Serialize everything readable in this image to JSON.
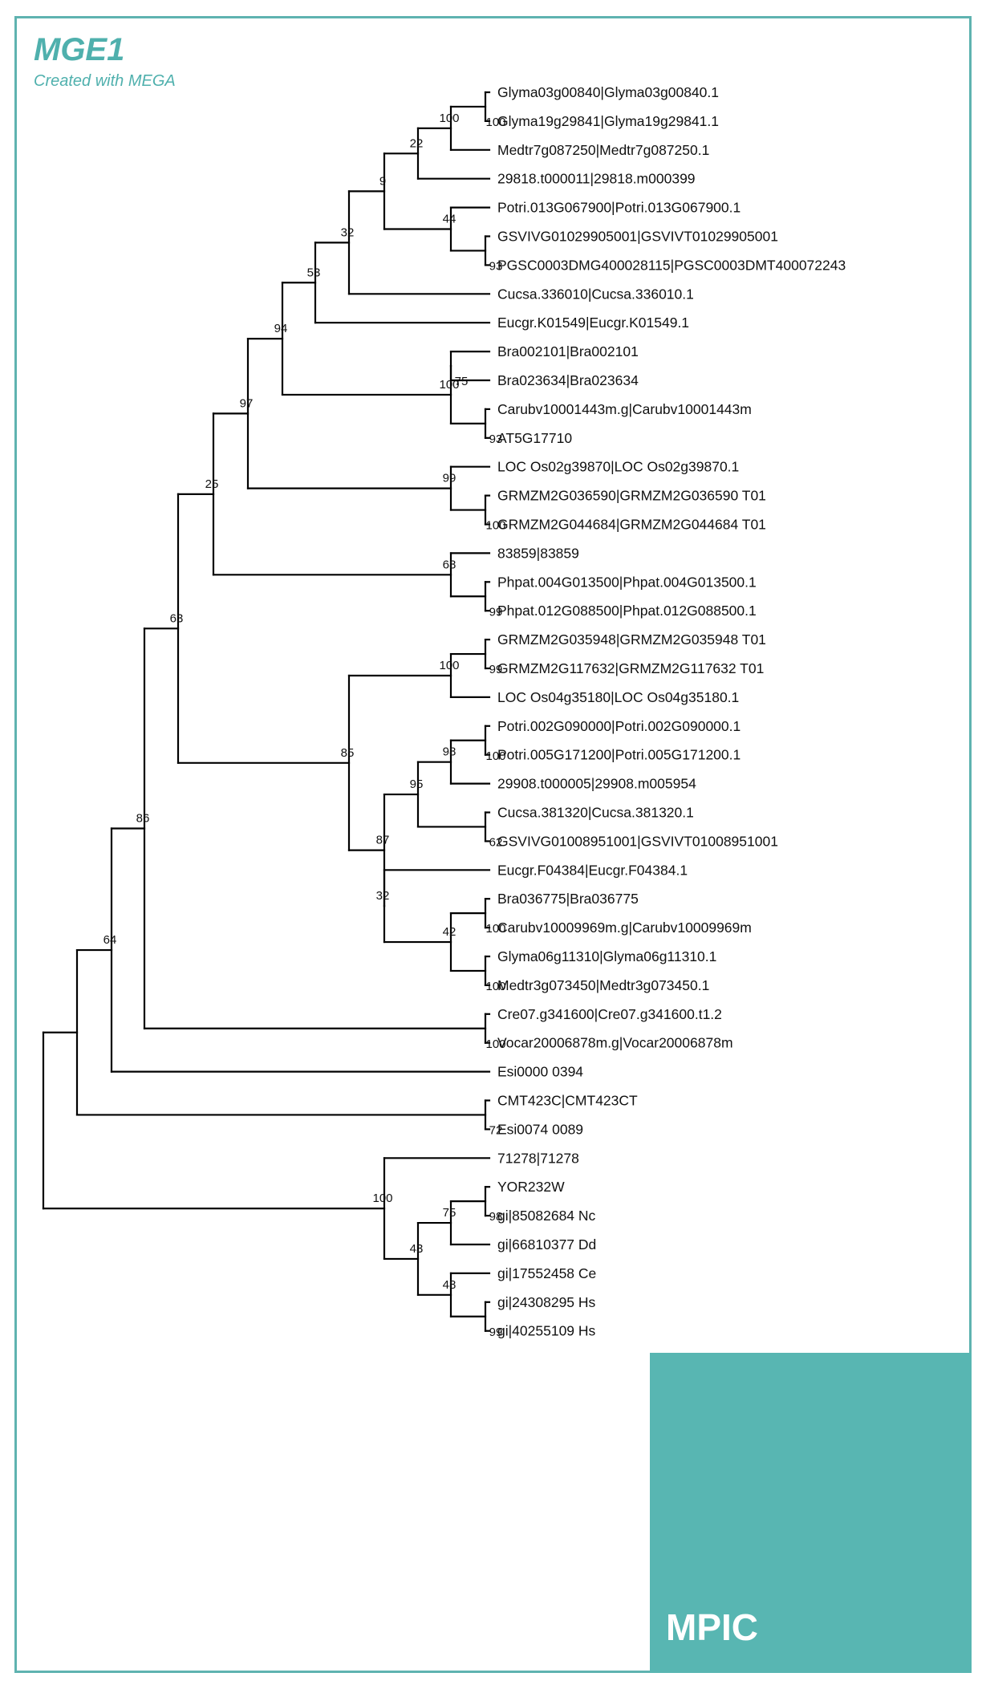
{
  "header": {
    "title": "MGE1",
    "subtitle": "Created with MEGA"
  },
  "brand": {
    "label": "MPIC",
    "color": "#58b6b2"
  },
  "tree": {
    "leaves": [
      "Glyma03g00840|Glyma03g00840.1",
      "Glyma19g29841|Glyma19g29841.1",
      "Medtr7g087250|Medtr7g087250.1",
      "29818.t000011|29818.m000399",
      "Potri.013G067900|Potri.013G067900.1",
      "GSVIVG01029905001|GSVIVT01029905001",
      "PGSC0003DMG400028115|PGSC0003DMT400072243",
      "Cucsa.336010|Cucsa.336010.1",
      "Eucgr.K01549|Eucgr.K01549.1",
      "Bra002101|Bra002101",
      "Bra023634|Bra023634",
      "Carubv10001443m.g|Carubv10001443m",
      "AT5G17710",
      "LOC Os02g39870|LOC Os02g39870.1",
      "GRMZM2G036590|GRMZM2G036590 T01",
      "GRMZM2G044684|GRMZM2G044684 T01",
      "83859|83859",
      "Phpat.004G013500|Phpat.004G013500.1",
      "Phpat.012G088500|Phpat.012G088500.1",
      "GRMZM2G035948|GRMZM2G035948 T01",
      "GRMZM2G117632|GRMZM2G117632 T01",
      "LOC Os04g35180|LOC Os04g35180.1",
      "Potri.002G090000|Potri.002G090000.1",
      "Potri.005G171200|Potri.005G171200.1",
      "29908.t000005|29908.m005954",
      "Cucsa.381320|Cucsa.381320.1",
      "GSVIVG01008951001|GSVIVT01008951001",
      "Eucgr.F04384|Eucgr.F04384.1",
      "Bra036775|Bra036775",
      "Carubv10009969m.g|Carubv10009969m",
      "Glyma06g11310|Glyma06g11310.1",
      "Medtr3g073450|Medtr3g073450.1",
      "Cre07.g341600|Cre07.g341600.t1.2",
      "Vocar20006878m.g|Vocar20006878m",
      "Esi0000 0394",
      "CMT423C|CMT423CT",
      "Esi0074 0089",
      "71278|71278",
      "YOR232W",
      "gi|85082684 Nc",
      "gi|66810377 Dd",
      "gi|17552458 Ce",
      "gi|24308295 Hs",
      "gi|40255109 Hs"
    ],
    "clades": [
      {
        "id": "n1",
        "children": [
          "L0",
          "L1"
        ],
        "support": "100"
      },
      {
        "id": "n2",
        "children": [
          "n1",
          "L2"
        ],
        "support": "100"
      },
      {
        "id": "n3",
        "children": [
          "n2",
          "L3"
        ],
        "support": "22"
      },
      {
        "id": "n4",
        "children": [
          "L5",
          "L6"
        ],
        "support": "93"
      },
      {
        "id": "n5",
        "children": [
          "L4",
          "n4"
        ],
        "support": "44"
      },
      {
        "id": "n6",
        "children": [
          "n3",
          "n5"
        ],
        "support": "9"
      },
      {
        "id": "n7",
        "children": [
          "n6",
          "L7"
        ],
        "support": "32"
      },
      {
        "id": "n8",
        "children": [
          "n7",
          "L8"
        ],
        "support": "53"
      },
      {
        "id": "n9",
        "children": [
          "L9",
          "L10"
        ],
        "support": "75"
      },
      {
        "id": "n10",
        "children": [
          "L11",
          "L12"
        ],
        "support": "93"
      },
      {
        "id": "n11",
        "children": [
          "n9",
          "n10"
        ],
        "support": "100"
      },
      {
        "id": "n12",
        "children": [
          "n8",
          "n11"
        ],
        "support": "94"
      },
      {
        "id": "n13",
        "children": [
          "L14",
          "L15"
        ],
        "support": "100"
      },
      {
        "id": "n14",
        "children": [
          "L13",
          "n13"
        ],
        "support": "99"
      },
      {
        "id": "n15",
        "children": [
          "n12",
          "n14"
        ],
        "support": "97"
      },
      {
        "id": "n16",
        "children": [
          "L17",
          "L18"
        ],
        "support": "99"
      },
      {
        "id": "n17",
        "children": [
          "L16",
          "n16"
        ],
        "support": "68"
      },
      {
        "id": "n18",
        "children": [
          "n15",
          "n17"
        ],
        "support": "25"
      },
      {
        "id": "n19",
        "children": [
          "L19",
          "L20"
        ],
        "support": "99"
      },
      {
        "id": "n20",
        "children": [
          "n19",
          "L21"
        ],
        "support": "100"
      },
      {
        "id": "n21",
        "children": [
          "L22",
          "L23"
        ],
        "support": "100"
      },
      {
        "id": "n22",
        "children": [
          "n21",
          "L24"
        ],
        "support": "98"
      },
      {
        "id": "n23",
        "children": [
          "L25",
          "L26"
        ],
        "support": "62"
      },
      {
        "id": "n24",
        "children": [
          "n22",
          "n23"
        ],
        "support": "95"
      },
      {
        "id": "n25",
        "children": [
          "L28",
          "L29"
        ],
        "support": "100"
      },
      {
        "id": "n26",
        "children": [
          "L30",
          "L31"
        ],
        "support": "100"
      },
      {
        "id": "n27",
        "children": [
          "n25",
          "n26"
        ],
        "support": "42"
      },
      {
        "id": "n28",
        "children": [
          "L27",
          "n27"
        ],
        "support": "32"
      },
      {
        "id": "n29",
        "children": [
          "n24",
          "n28"
        ],
        "support": "87"
      },
      {
        "id": "n30",
        "children": [
          "n20",
          "n29"
        ],
        "support": "85"
      },
      {
        "id": "n31",
        "children": [
          "n18",
          "n30"
        ],
        "support": "63"
      },
      {
        "id": "n32",
        "children": [
          "L32",
          "L33"
        ],
        "support": "100"
      },
      {
        "id": "n33",
        "children": [
          "n31",
          "n32"
        ],
        "support": "86"
      },
      {
        "id": "n34",
        "children": [
          "n33",
          "L34"
        ],
        "support": "64"
      },
      {
        "id": "n35",
        "children": [
          "L35",
          "L36"
        ],
        "support": "72"
      },
      {
        "id": "n36",
        "children": [
          "n34",
          "n35"
        ],
        "support": ""
      },
      {
        "id": "n37",
        "children": [
          "L38",
          "L39"
        ],
        "support": "98"
      },
      {
        "id": "n38",
        "children": [
          "n37",
          "L40"
        ],
        "support": "75"
      },
      {
        "id": "n39",
        "children": [
          "L42",
          "L43"
        ],
        "support": "99"
      },
      {
        "id": "n40",
        "children": [
          "L41",
          "n39"
        ],
        "support": "48"
      },
      {
        "id": "n41",
        "children": [
          "n38",
          "n40"
        ],
        "support": "43"
      },
      {
        "id": "n42",
        "children": [
          "L37",
          "n41"
        ],
        "support": "100"
      },
      {
        "id": "n43",
        "children": [
          "n36",
          "n42"
        ],
        "support": ""
      }
    ]
  }
}
